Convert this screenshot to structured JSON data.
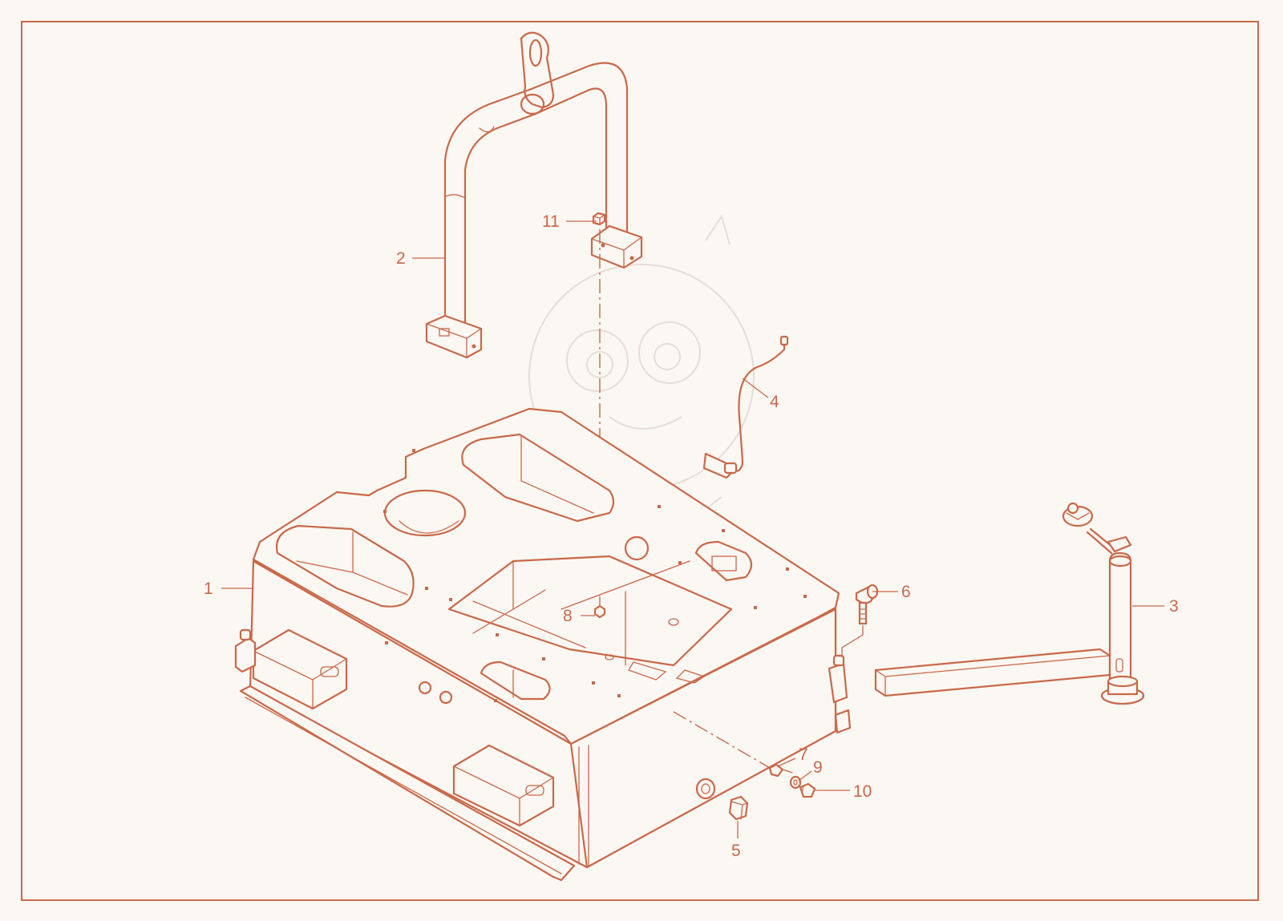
{
  "colors": {
    "line": "#c8694a",
    "background": "#fbf7f3",
    "watermark": "#e6ddd7"
  },
  "callouts": [
    {
      "id": "1",
      "label": "1"
    },
    {
      "id": "2",
      "label": "2"
    },
    {
      "id": "3",
      "label": "3"
    },
    {
      "id": "4",
      "label": "4"
    },
    {
      "id": "5",
      "label": "5"
    },
    {
      "id": "6",
      "label": "6"
    },
    {
      "id": "7",
      "label": "7"
    },
    {
      "id": "8",
      "label": "8"
    },
    {
      "id": "9",
      "label": "9"
    },
    {
      "id": "10",
      "label": "10"
    },
    {
      "id": "11",
      "label": "11"
    }
  ]
}
